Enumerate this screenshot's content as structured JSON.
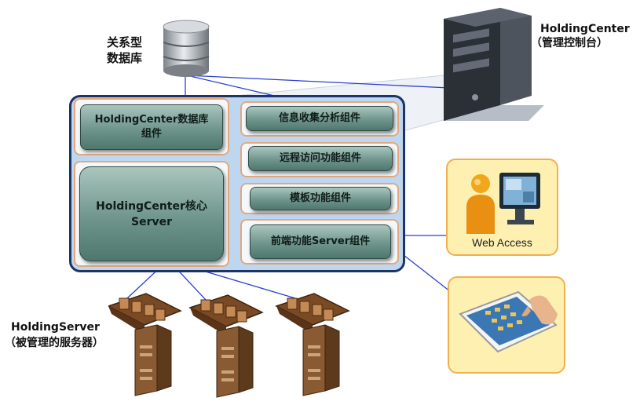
{
  "labels": {
    "db_line1": "关系型",
    "db_line2": "数据库",
    "holding_center_title": "HoldingCenter",
    "holding_center_sub": "（管理控制台）",
    "holding_server_title": "HoldingServer",
    "holding_server_sub": "（被管理的服务器）",
    "web_access": "Web Access"
  },
  "components": {
    "db_component_line1": "HoldingCenter数据库",
    "db_component_line2": "组件",
    "core_line1": "HoldingCenter核心",
    "core_line2": "Server",
    "info_collect": "信息收集分析组件",
    "remote_access": "远程访问功能组件",
    "template": "模板功能组件",
    "frontend": "前端功能Server组件"
  },
  "colors": {
    "panel_border": "#1c3466",
    "panel_fill": "#bcd7ef",
    "component_fill": "#6f958c",
    "slot_border": "#e6a77a",
    "card_fill": "#fdf0b0",
    "connector": "#2a3fd0"
  },
  "icons": [
    "database-icon",
    "tower-server-icon",
    "managed-server-icon",
    "web-user-icon",
    "tablet-icon"
  ]
}
